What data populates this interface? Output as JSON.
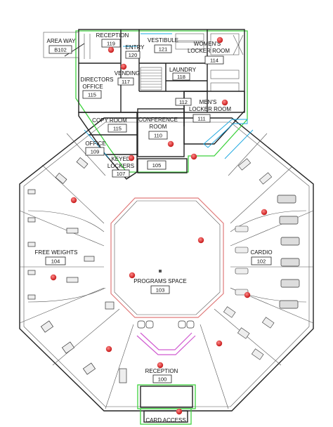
{
  "rooms": {
    "area_way": {
      "name": "AREA WAY",
      "number": "B102"
    },
    "reception_top": {
      "name": "RECEPTION",
      "number": "119"
    },
    "entry": {
      "name": "ENTRY",
      "number": "120"
    },
    "vestibule": {
      "name": "VESTIBULE",
      "number": "121"
    },
    "womens_locker": {
      "name_line1": "WOMEN'S",
      "name_line2": "LOCKER ROOM",
      "number": "114"
    },
    "directors_office": {
      "name_line1": "DIRECTORS",
      "name_line2": "OFFICE",
      "number": "115"
    },
    "vending": {
      "name": "VENDING",
      "number": "117"
    },
    "laundry": {
      "name": "LAUNDRY",
      "number": "118"
    },
    "mens_locker": {
      "name_line1": "MEN'S",
      "name_line2": "LOCKER ROOM",
      "number": "111"
    },
    "small_112": {
      "number": "112"
    },
    "copy_room": {
      "name": "COPY ROOM",
      "number": "115"
    },
    "conference": {
      "name_line1": "CONFERENCE",
      "name_line2": "ROOM",
      "number": "110"
    },
    "office": {
      "name": "OFFICE",
      "number": "109"
    },
    "keyed_lockers": {
      "name_line1": "KEYED",
      "name_line2": "LOCKERS",
      "number": "107"
    },
    "room_105": {
      "number": "105"
    },
    "free_weights": {
      "name": "FREE WEIGHTS",
      "number": "104"
    },
    "cardio": {
      "name": "CARDIO",
      "number": "102"
    },
    "programs": {
      "name": "PROGRAMS SPACE",
      "number": "103"
    },
    "reception_bottom": {
      "name": "RECEPTION",
      "number": "100"
    },
    "card_access": {
      "name": "CARD ACCESS"
    }
  },
  "colors": {
    "wall": "#222222",
    "accessible_route": "#3dd13d",
    "glazing": "#1aa7e0",
    "marker": "#d42a2a",
    "divider": "#e07a7a",
    "desk": "#d05ad0"
  }
}
